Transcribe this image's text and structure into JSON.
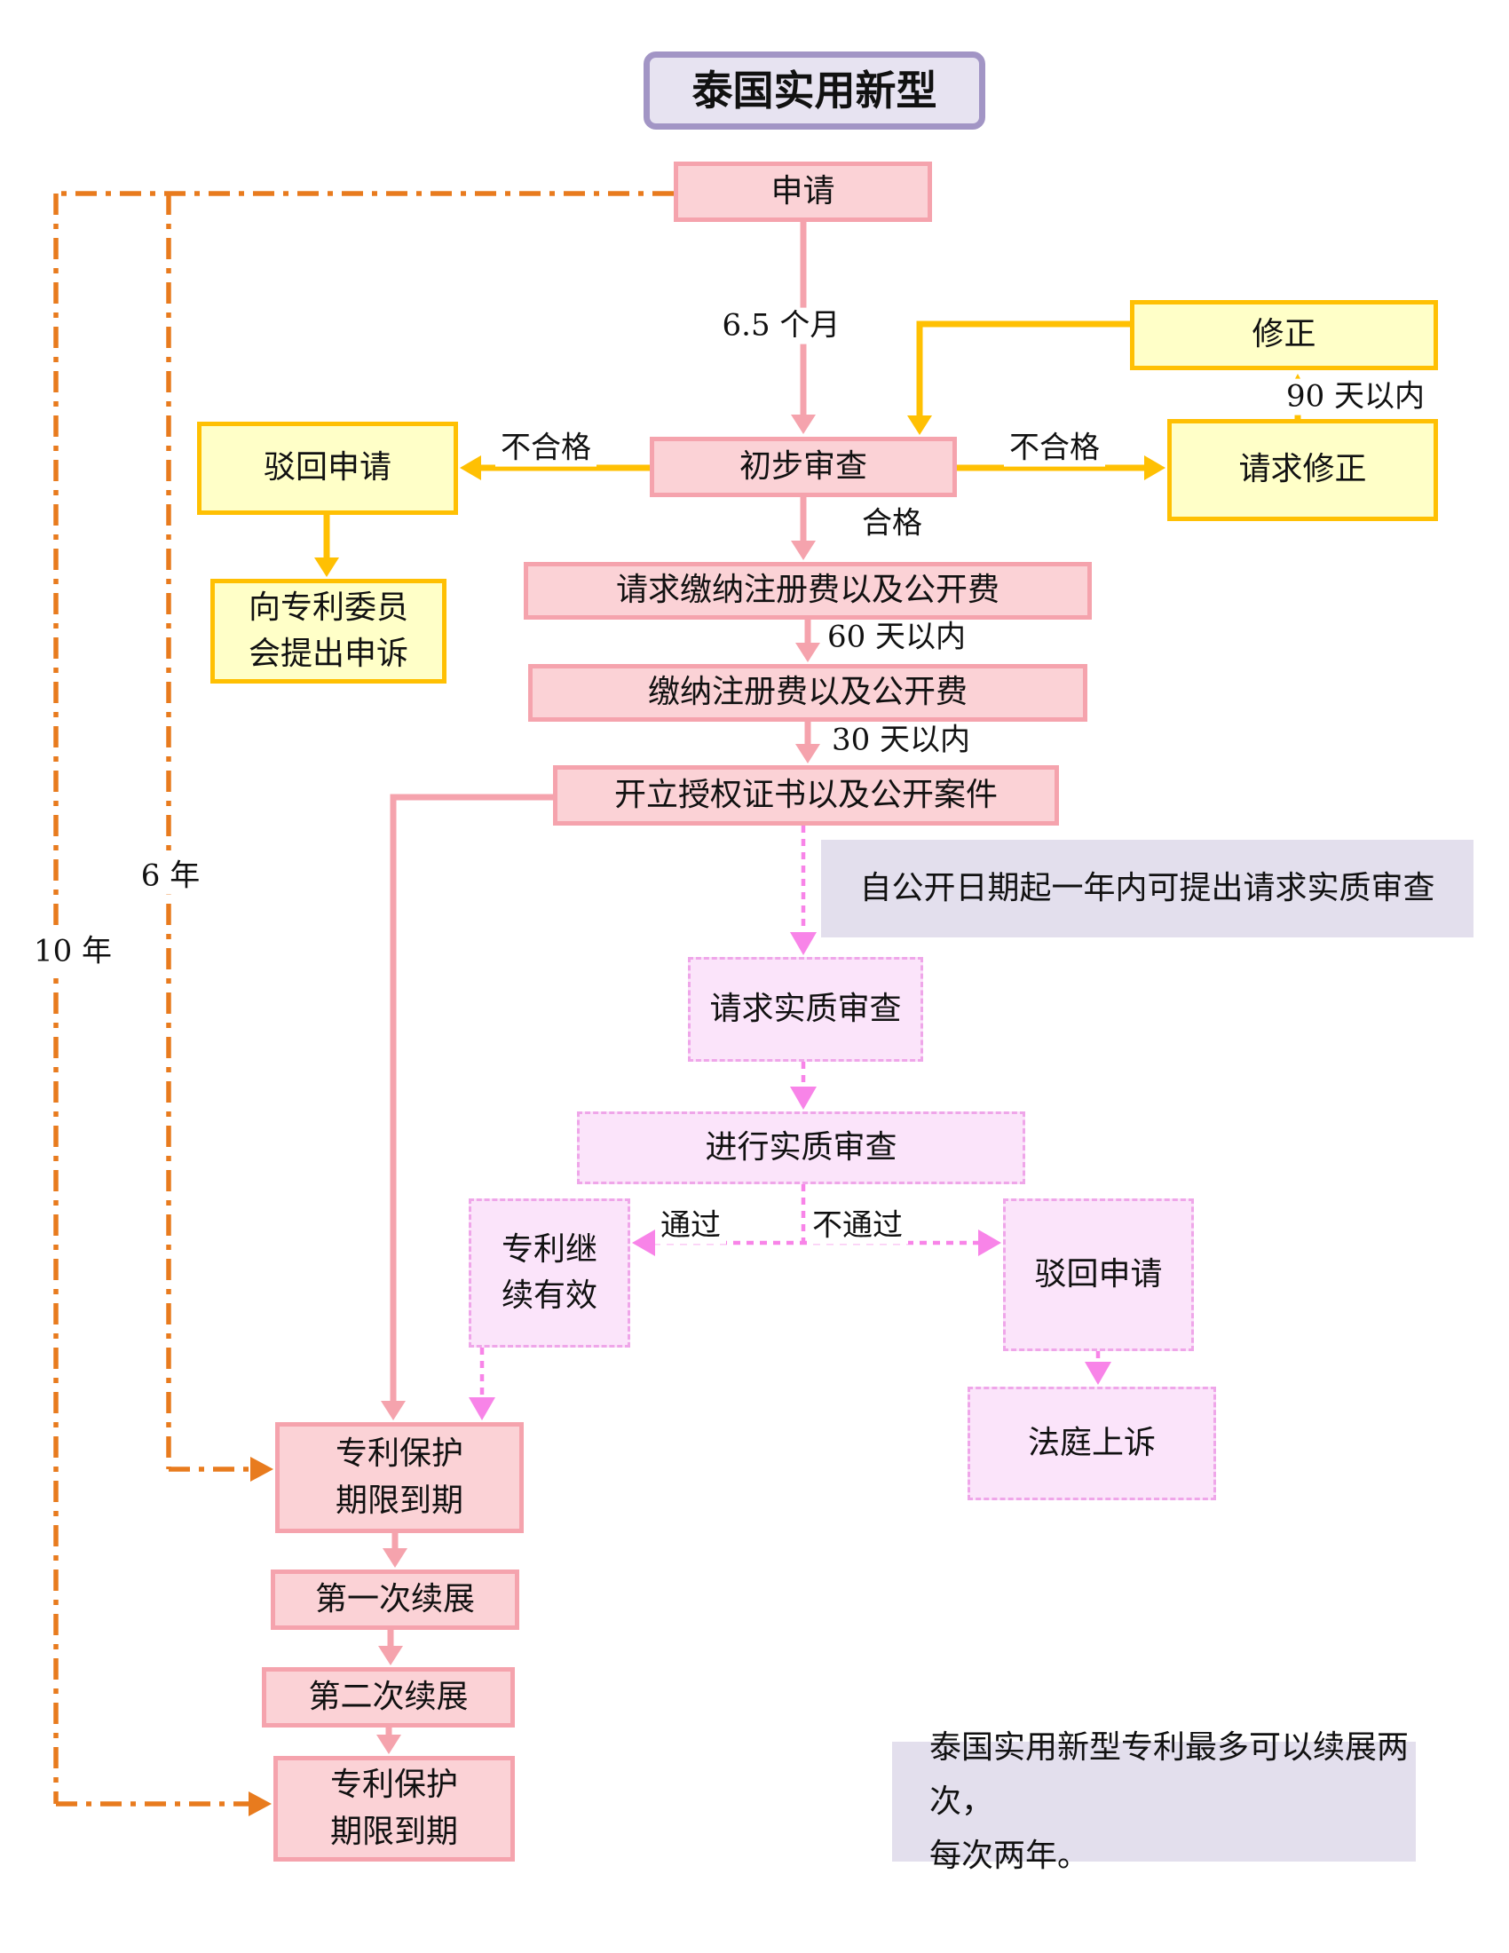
{
  "diagram": {
    "title": "泰国实用新型",
    "nodes": {
      "apply": {
        "label": "申请",
        "style": "pink"
      },
      "preliminary_exam": {
        "label": "初步审查",
        "style": "pink"
      },
      "amendment": {
        "label": "修正",
        "style": "yellow"
      },
      "request_amendment": {
        "label": "请求修正",
        "style": "yellow"
      },
      "reject_application": {
        "label": "驳回申请",
        "style": "yellow"
      },
      "appeal_to_patent_board": {
        "label": "向专利委员\n会提出申诉",
        "style": "yellow"
      },
      "request_pay_fees": {
        "label": "请求缴纳注册费以及公开费",
        "style": "pink"
      },
      "pay_fees": {
        "label": "缴纳注册费以及公开费",
        "style": "pink"
      },
      "grant_and_publish": {
        "label": "开立授权证书以及公开案件",
        "style": "pink"
      },
      "request_substantive_exam": {
        "label": "请求实质审查",
        "style": "violet"
      },
      "conduct_substantive_exam": {
        "label": "进行实质审查",
        "style": "violet"
      },
      "patent_remains_valid": {
        "label": "专利继\n续有效",
        "style": "violet"
      },
      "reject_application_substantive": {
        "label": "驳回申请",
        "style": "violet"
      },
      "court_appeal": {
        "label": "法庭上诉",
        "style": "violet"
      },
      "protection_expires_first": {
        "label": "专利保护\n期限到期",
        "style": "pink"
      },
      "first_renewal": {
        "label": "第一次续展",
        "style": "pink"
      },
      "second_renewal": {
        "label": "第二次续展",
        "style": "pink"
      },
      "protection_expires_final": {
        "label": "专利保护\n期限到期",
        "style": "pink"
      }
    },
    "notes": {
      "substantive_exam_note": "自公开日期起一年内可提出请求实质审查",
      "renewal_note": "泰国实用新型专利最多可以续展两次，\n每次两年。"
    },
    "edge_labels": {
      "months_6_5": "6.5 个月",
      "unqualified_left": "不合格",
      "unqualified_right": "不合格",
      "qualified": "合格",
      "days_90": "90 天以内",
      "days_60": "60 天以内",
      "days_30": "30 天以内",
      "pass": "通过",
      "no_pass": "不通过",
      "years_6": "6 年",
      "years_10": "10 年"
    },
    "edges": [
      {
        "from": "apply",
        "to": "preliminary_exam",
        "label": "6.5 个月",
        "line": "pink-solid"
      },
      {
        "from": "preliminary_exam",
        "to": "reject_application",
        "label": "不合格",
        "line": "yellow-solid"
      },
      {
        "from": "preliminary_exam",
        "to": "request_amendment",
        "label": "不合格",
        "line": "yellow-solid"
      },
      {
        "from": "reject_application",
        "to": "appeal_to_patent_board",
        "label": "",
        "line": "yellow-solid"
      },
      {
        "from": "request_amendment",
        "to": "amendment",
        "label": "90 天以内",
        "line": "yellow-solid"
      },
      {
        "from": "amendment",
        "to": "preliminary_exam",
        "label": "",
        "line": "yellow-solid"
      },
      {
        "from": "preliminary_exam",
        "to": "request_pay_fees",
        "label": "合格",
        "line": "pink-solid"
      },
      {
        "from": "request_pay_fees",
        "to": "pay_fees",
        "label": "60 天以内",
        "line": "pink-solid"
      },
      {
        "from": "pay_fees",
        "to": "grant_and_publish",
        "label": "30 天以内",
        "line": "pink-solid"
      },
      {
        "from": "grant_and_publish",
        "to": "request_substantive_exam",
        "label": "",
        "line": "magenta-dashed"
      },
      {
        "from": "request_substantive_exam",
        "to": "conduct_substantive_exam",
        "label": "",
        "line": "magenta-dashed"
      },
      {
        "from": "conduct_substantive_exam",
        "to": "patent_remains_valid",
        "label": "通过",
        "line": "magenta-dashed"
      },
      {
        "from": "conduct_substantive_exam",
        "to": "reject_application_substantive",
        "label": "不通过",
        "line": "magenta-dashed"
      },
      {
        "from": "reject_application_substantive",
        "to": "court_appeal",
        "label": "",
        "line": "magenta-dashed"
      },
      {
        "from": "patent_remains_valid",
        "to": "protection_expires_first",
        "label": "",
        "line": "magenta-dashed"
      },
      {
        "from": "grant_and_publish",
        "to": "protection_expires_first",
        "label": "",
        "line": "pink-solid"
      },
      {
        "from": "apply",
        "to": "protection_expires_first",
        "label": "6 年",
        "line": "orange-dashdot"
      },
      {
        "from": "apply",
        "to": "protection_expires_final",
        "label": "10 年",
        "line": "orange-dashdot"
      },
      {
        "from": "protection_expires_first",
        "to": "first_renewal",
        "label": "",
        "line": "pink-solid"
      },
      {
        "from": "first_renewal",
        "to": "second_renewal",
        "label": "",
        "line": "pink-solid"
      },
      {
        "from": "second_renewal",
        "to": "protection_expires_final",
        "label": "",
        "line": "pink-solid"
      }
    ],
    "colors": {
      "pink_fill": "#FBD2D6",
      "pink_border": "#F5A3AD",
      "yellow_fill": "#FFFFC8",
      "yellow_border": "#FFC003",
      "violet_fill": "#FBE4FA",
      "violet_border": "#EFA6E9",
      "lavender_fill": "#E3DFED",
      "purple_fill": "#E7E3F1",
      "purple_border": "#A295C5",
      "magenta_line": "#F884E8",
      "orange_line": "#E87B1E",
      "text": "#111111"
    }
  }
}
